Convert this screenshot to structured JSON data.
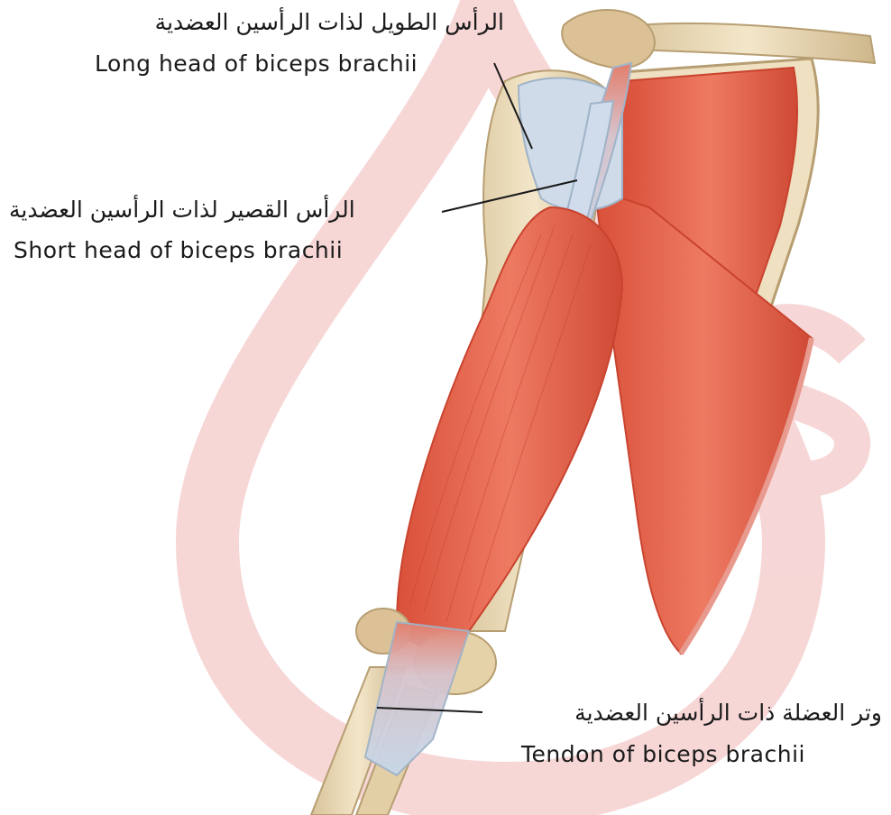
{
  "labels": {
    "long_head": {
      "ar": "الرأس الطويل لذات الرأسين العضدية",
      "en": "Long head of biceps brachii"
    },
    "short_head": {
      "ar": "الرأس القصير لذات الرأسين العضدية",
      "en": "Short head of biceps brachii"
    },
    "tendon": {
      "ar": "وتر العضلة ذات الرأسين العضدية",
      "en": "Tendon of biceps brachii"
    }
  },
  "colors": {
    "muscle": "#e8604a",
    "muscle_dark": "#c9432f",
    "bone": "#e9d8b4",
    "bone_edge": "#b79e72",
    "tendon": "#c9d9ea",
    "watermark": "#f6d2d2"
  }
}
